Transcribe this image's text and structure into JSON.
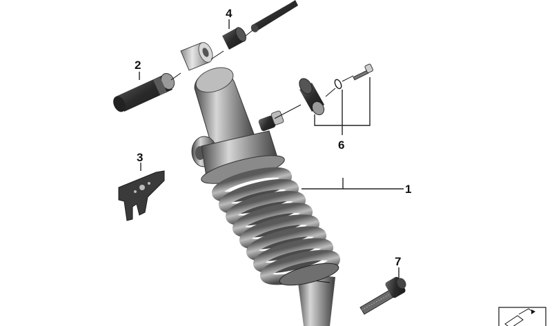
{
  "callouts": {
    "c1": "1",
    "c2": "2",
    "c3": "3",
    "c4": "4",
    "c6": "6",
    "c7": "7"
  },
  "colors": {
    "metal_dark": "#3a3a3a",
    "metal_mid": "#8c8c8c",
    "metal_light": "#d8d8d8",
    "leader_line": "#222222"
  },
  "icons": {
    "corner_symbol": "exploded-view-icon"
  }
}
